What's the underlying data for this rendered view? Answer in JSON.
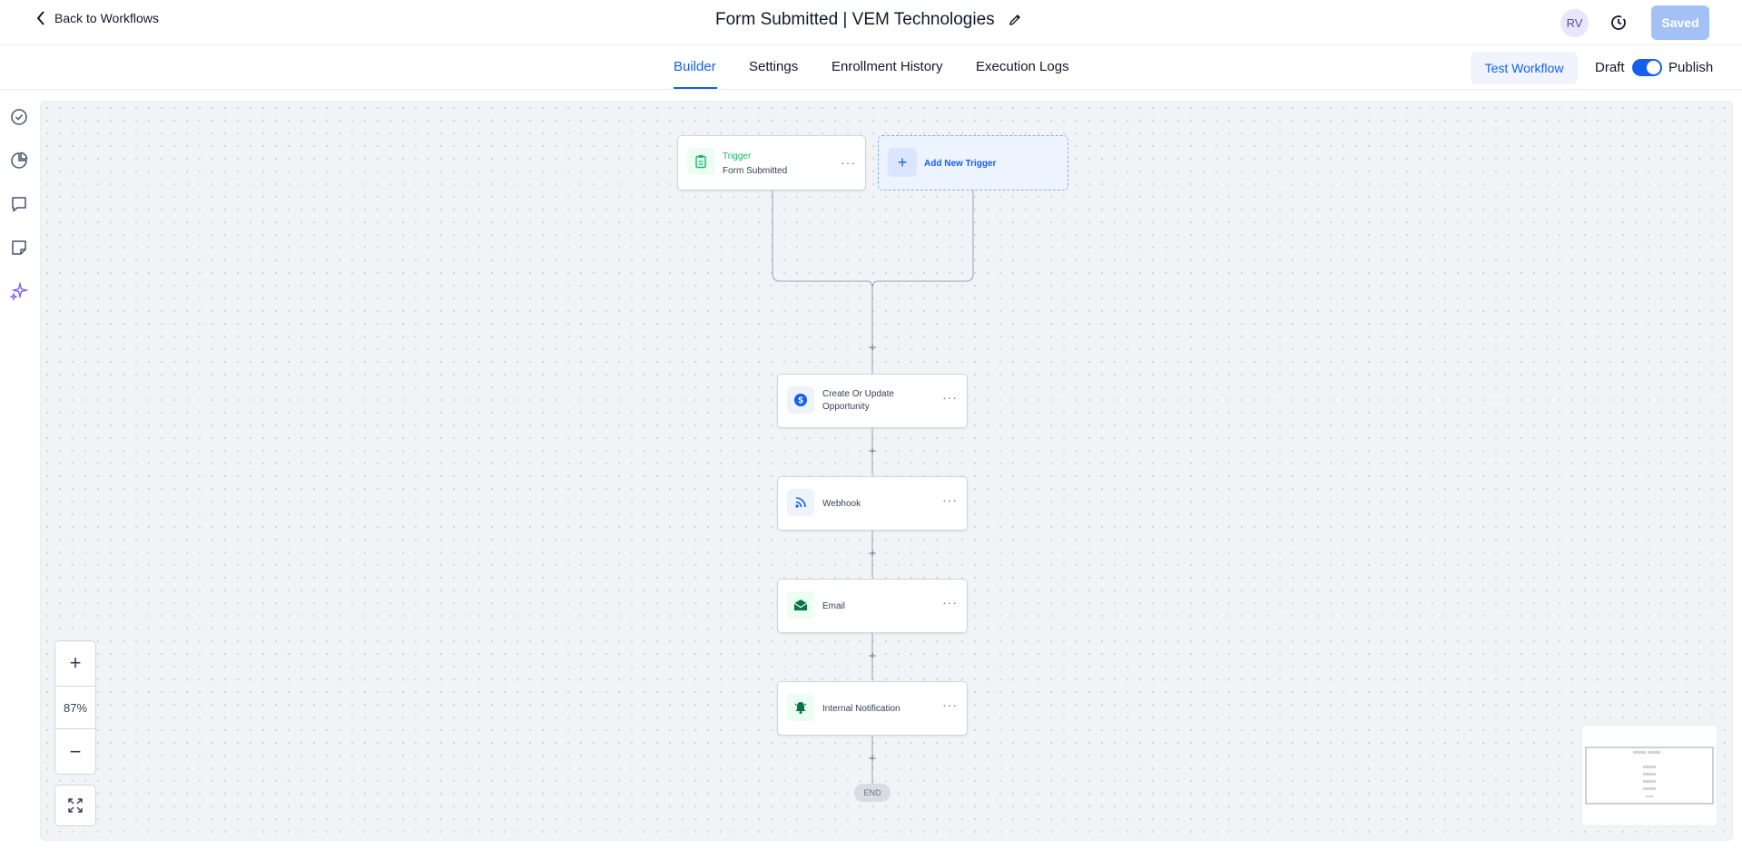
{
  "header": {
    "back_label": "Back to Workflows",
    "title": "Form Submitted | VEM Technologies",
    "avatar_initials": "RV",
    "saved_label": "Saved"
  },
  "tabs": [
    {
      "label": "Builder",
      "active": true
    },
    {
      "label": "Settings",
      "active": false
    },
    {
      "label": "Enrollment History",
      "active": false
    },
    {
      "label": "Execution Logs",
      "active": false
    }
  ],
  "actions": {
    "test_label": "Test Workflow",
    "draft_label": "Draft",
    "publish_label": "Publish",
    "published": true
  },
  "sidebar_icons": [
    "check-circle-icon",
    "pie-chart-icon",
    "comment-icon",
    "note-icon",
    "sparkles-icon"
  ],
  "trigger": {
    "title": "Trigger",
    "subtitle": "Form Submitted",
    "icon": "clipboard-icon",
    "add_label": "Add New Trigger"
  },
  "actions_list": [
    {
      "label": "Create Or Update Opportunity",
      "icon": "dollar-icon"
    },
    {
      "label": "Webhook",
      "icon": "rss-icon"
    },
    {
      "label": "Email",
      "icon": "envelope-icon"
    },
    {
      "label": "Internal Notification",
      "icon": "bell-icon"
    }
  ],
  "end_label": "END",
  "zoom": {
    "level": "87%"
  },
  "colors": {
    "accent": "#155eef",
    "saved_bg": "#a3c1f7",
    "canvas_bg": "#f2f3f6",
    "trigger_green": "#12b76a"
  }
}
